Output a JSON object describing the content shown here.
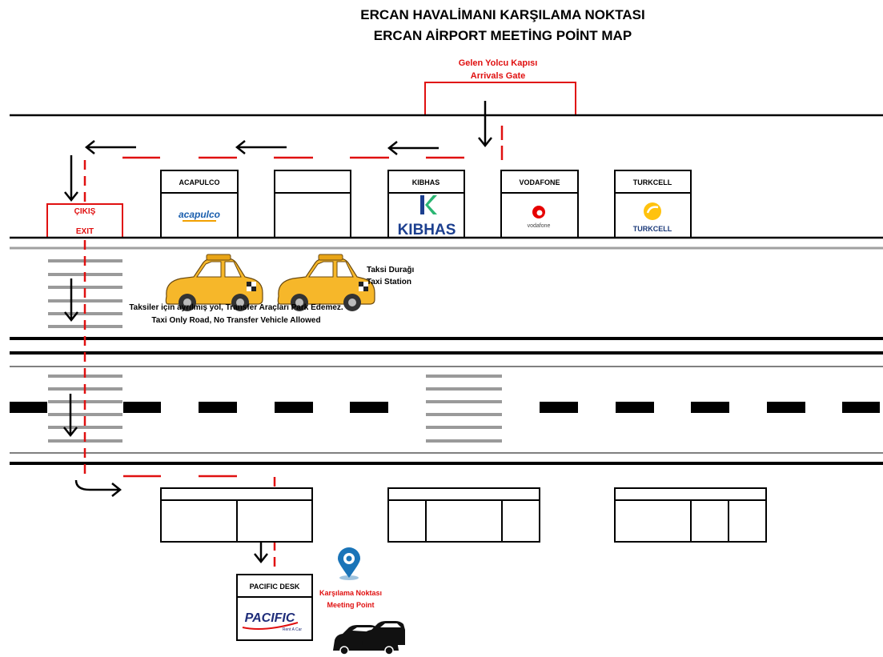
{
  "title": {
    "line1": "ERCAN HAVALİMANI KARŞILAMA NOKTASI",
    "line2": "ERCAN AİRPORT MEETİNG POİNT MAP"
  },
  "arrivals_gate": {
    "label_tr": "Gelen Yolcu Kapısı",
    "label_en": "Arrivals Gate"
  },
  "exit": {
    "label_tr": "ÇIKIŞ",
    "label_en": "EXIT"
  },
  "booths": {
    "acapulco": "ACAPULCO",
    "kibhas": "KIBHAS",
    "vodafone": "VODAFONE",
    "turkcell": "TURKCELL"
  },
  "logos": {
    "acapulco": "acapulco",
    "kibhas": "KIBHAS",
    "vodafone": "vodafone",
    "turkcell": "TURKCELL",
    "pacific": "PACIFIC",
    "pacific_sub": "Rent A Car"
  },
  "taxi_station": {
    "label_tr": "Taksi Durağı",
    "label_en": "Taxi Station"
  },
  "taxi_road": {
    "note_tr": "Taksiler için ayrılmış yol, Transfer Araçları Park Edemez.",
    "note_en": "Taxi Only Road, No Transfer Vehicle Allowed"
  },
  "pacific_desk": {
    "label": "PACIFIC DESK"
  },
  "meeting_point": {
    "label_tr": "Karşılama Noktası",
    "label_en": "Meeting Point"
  },
  "colors": {
    "route_red": "#e01010",
    "road_line": "#000000",
    "road_gray": "#a0a0a0",
    "crosswalk": "#9a9a9a",
    "taxi_yellow": "#f6b72a",
    "pin_blue": "#1a74b8",
    "kibhas_blue": "#1c3f8f",
    "kibhas_green": "#2bb673",
    "vodafone_red": "#e60000",
    "turkcell_yellow": "#ffc20e",
    "pacific_blue": "#1f2d7a"
  },
  "icons": [
    "arrow-icon",
    "taxi-icon",
    "location-pin-icon",
    "car-icon"
  ]
}
